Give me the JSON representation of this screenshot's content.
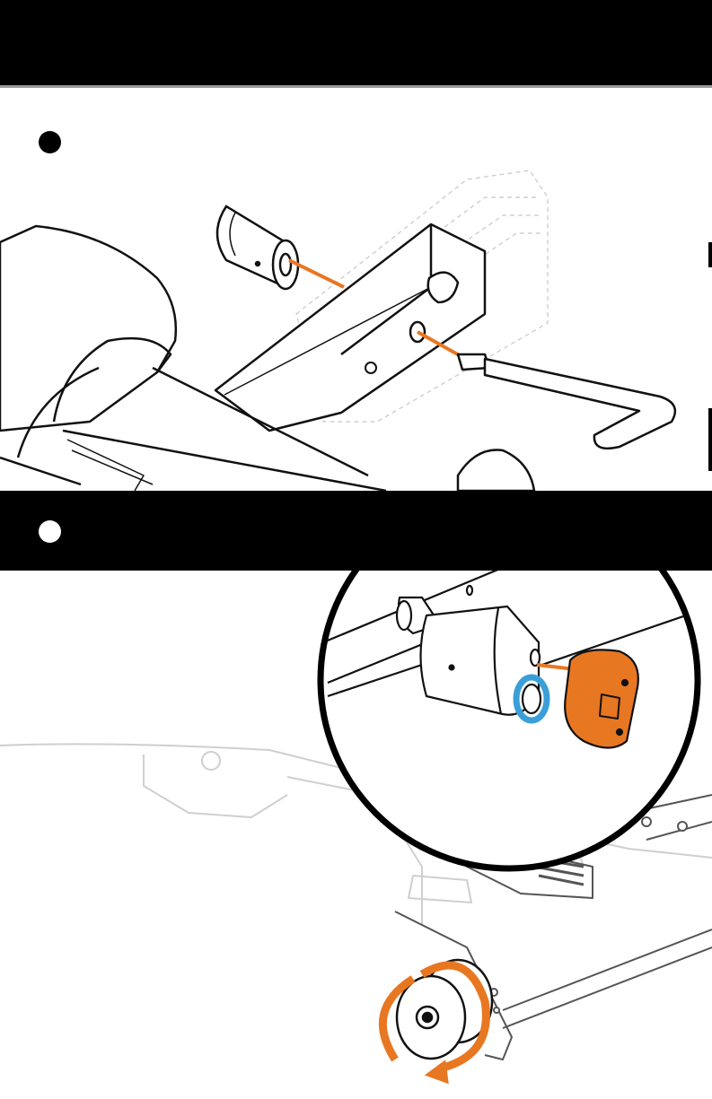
{
  "colors": {
    "accent_orange": "#e87722",
    "highlight_blue": "#3a9fd8",
    "header_black": "#000000",
    "line_black": "#111111",
    "faded_gray": "#c8c8c8"
  },
  "steps": [
    {
      "id": 1,
      "dot_style": "black-on-white"
    },
    {
      "id": 2,
      "dot_style": "white-on-black"
    }
  ],
  "icons": {
    "rotation_arrow": "rotate-arrow-icon",
    "insertion_arrow": "insert-arrow-icon"
  }
}
